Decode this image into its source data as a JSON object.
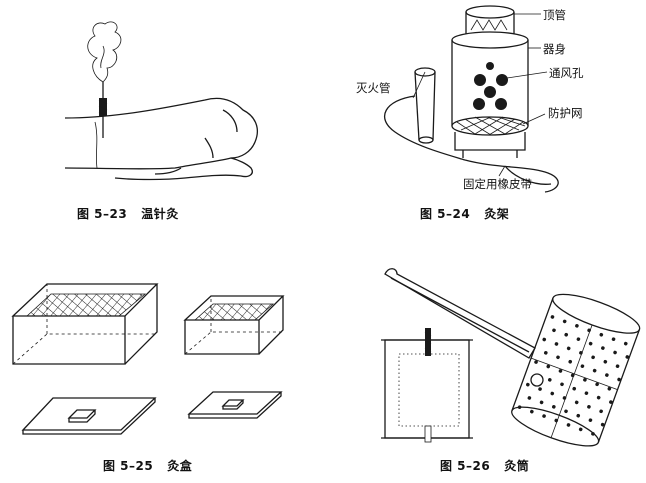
{
  "figures": [
    {
      "id": "fig-5-23",
      "number": "图 5–23",
      "title": "温针灸"
    },
    {
      "id": "fig-5-24",
      "number": "图 5–24",
      "title": "灸架"
    },
    {
      "id": "fig-5-25",
      "number": "图 5–25",
      "title": "灸盒"
    },
    {
      "id": "fig-5-26",
      "number": "图 5–26",
      "title": "灸筒"
    }
  ],
  "fig_5_24_labels": {
    "top_tube": "顶管",
    "body": "器身",
    "vent": "通风孔",
    "extinguisher": "灭火管",
    "mesh": "防护网",
    "rubber_band": "固定用橡皮带"
  },
  "colors": {
    "ink": "#1a1a1a",
    "background": "#ffffff"
  }
}
